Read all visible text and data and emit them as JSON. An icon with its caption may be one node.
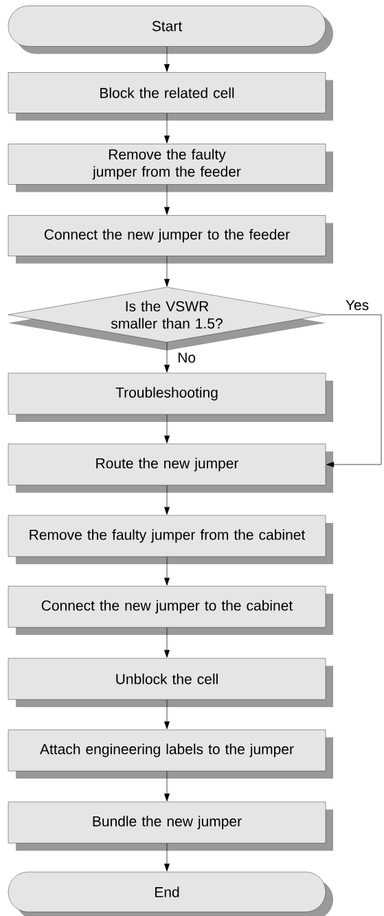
{
  "diagram": {
    "nodes": [
      {
        "text": [
          "Start"
        ]
      },
      {
        "text": [
          "Block the related cell"
        ]
      },
      {
        "text": [
          "Remove the faulty jumper from the feeder"
        ]
      },
      {
        "text": [
          "Connect the new jumper to the feeder"
        ]
      },
      {
        "text": [
          "Is the VSWR smaller than 1.5?"
        ]
      },
      {
        "text": [
          "Troubleshooting"
        ]
      },
      {
        "text": [
          "Route the new jumper"
        ]
      },
      {
        "text": [
          "Remove the faulty jumper from the cabinet"
        ]
      },
      {
        "text": [
          "Connect the new jumper to the cabinet"
        ]
      },
      {
        "text": [
          "Unblock the cell"
        ]
      },
      {
        "text": [
          "Attach engineering labels to the jumper"
        ]
      },
      {
        "text": [
          "Bundle the new jumper"
        ]
      },
      {
        "text": [
          "End"
        ]
      }
    ],
    "edges": [
      {
        "from": 0,
        "to": 1,
        "arrow": "to"
      },
      {
        "from": 1,
        "to": 2,
        "arrow": "to"
      },
      {
        "from": 2,
        "to": 3,
        "arrow": "to"
      },
      {
        "from": 3,
        "to": 4,
        "arrow": "to"
      },
      {
        "from": 4,
        "to": 5,
        "arrow": "to",
        "label": "No"
      },
      {
        "from": 4,
        "to": 6,
        "arrow": "to",
        "label": "Yes"
      },
      {
        "from": 5,
        "to": 6,
        "arrow": "to"
      },
      {
        "from": 6,
        "to": 7,
        "arrow": "to"
      },
      {
        "from": 7,
        "to": 8,
        "arrow": "to"
      },
      {
        "from": 8,
        "to": 9,
        "arrow": "to"
      },
      {
        "from": 9,
        "to": 10,
        "arrow": "to"
      },
      {
        "from": 10,
        "to": 11,
        "arrow": "to"
      },
      {
        "from": 11,
        "to": 12,
        "arrow": "to"
      }
    ]
  }
}
